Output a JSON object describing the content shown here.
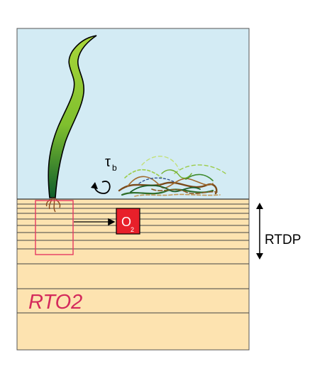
{
  "labels": {
    "shear_symbol": "τ",
    "shear_subscript": "b",
    "oxygen_symbol": "O",
    "oxygen_subscript": "2",
    "rtdp": "RTDP",
    "rto2": "RTO2"
  },
  "colors": {
    "water": "#d3ebf4",
    "sediment": "#fde3b0",
    "layer_line": "#333333",
    "oxygen_box": "#e8202a",
    "rto2_text": "#d42a5c",
    "root_zone_border": "#e63a62",
    "seagrass_light": "#9acd32",
    "seagrass_dark": "#1f6e2a"
  },
  "icons": {
    "shear_rotation": "curved-arrow-icon",
    "rtdp_extent": "double-arrow-icon"
  }
}
